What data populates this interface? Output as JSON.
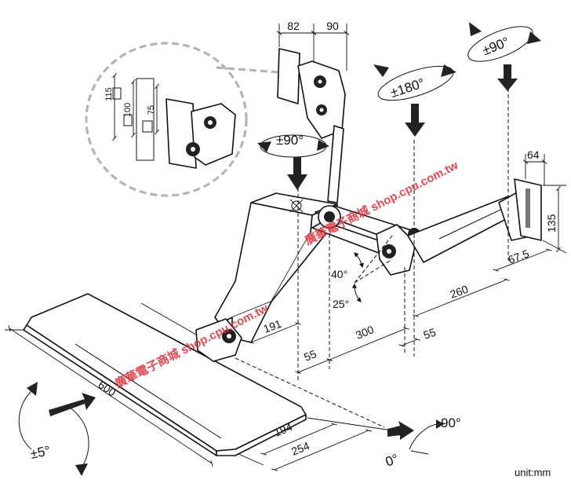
{
  "dimensions": {
    "top_82": "82",
    "top_90": "90",
    "bracket_64": "64",
    "bracket_135": "135",
    "offset_67_5": "67.5",
    "arm_260": "260",
    "arm_55_right": "55",
    "arm_300": "300",
    "arm_55_left": "55",
    "base_191": "191",
    "tray_600": "600",
    "tray_194": "194",
    "tray_254": "254"
  },
  "vesa": {
    "v115": "115",
    "v100": "100",
    "v75": "75"
  },
  "angles": {
    "rot_top_right": "±90°",
    "rot_180": "±180°",
    "rot_head": "±90°",
    "arm_40": "40°",
    "arm_25": "25°",
    "tray_tilt": "±5°",
    "tray_90": "90°",
    "tray_0": "0°"
  },
  "watermark": {
    "wm_upper": "廣華電子商城 shop.cpu.com.tw",
    "wm_lower": "廣華電子商城 shop.cpu.com.tw"
  },
  "unit_label": "unit:mm"
}
